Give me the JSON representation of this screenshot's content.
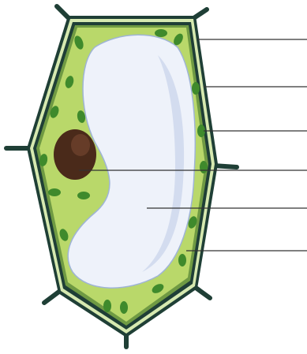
{
  "diagram": {
    "subject": "plant cell",
    "colors": {
      "background": "#ffffff",
      "wall_outer": "#1f3f36",
      "wall_band": "#d6e9b0",
      "membrane": "#6f9a43",
      "cytoplasm": "#b9d86a",
      "cytoplasm_light": "#cfe38e",
      "vacuole": "#eef2fa",
      "vacuole_shade": "#c7d3ea",
      "nucleus": "#4a2a1a",
      "nucleus_highlight": "#7a4a32",
      "chloroplast": "#3f8a2c",
      "leader_line": "#333333"
    },
    "labels": [
      {
        "id": "cell-wall",
        "text": ""
      },
      {
        "id": "cell-membrane",
        "text": ""
      },
      {
        "id": "chloroplast",
        "text": ""
      },
      {
        "id": "nucleus",
        "text": ""
      },
      {
        "id": "vacuole",
        "text": ""
      },
      {
        "id": "cytoplasm",
        "text": ""
      }
    ]
  }
}
